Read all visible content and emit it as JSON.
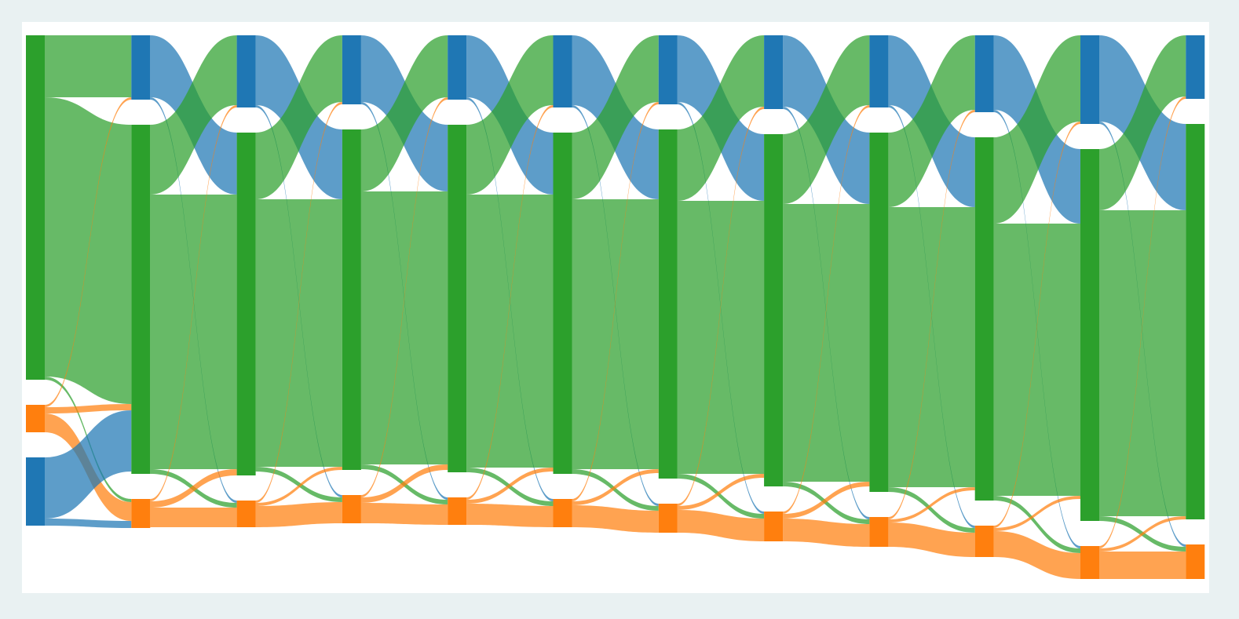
{
  "chart_data": {
    "type": "sankey",
    "title": "",
    "colors": {
      "blue": "#1f77b4",
      "green": "#2ca02c",
      "orange": "#ff7f0e"
    },
    "link_opacity": 0.72,
    "columns": [
      {
        "order": [
          "green",
          "orange",
          "blue"
        ]
      },
      {
        "order": [
          "blue",
          "green",
          "orange"
        ]
      },
      {
        "order": [
          "blue",
          "green",
          "orange"
        ]
      },
      {
        "order": [
          "blue",
          "green",
          "orange"
        ]
      },
      {
        "order": [
          "blue",
          "green",
          "orange"
        ]
      },
      {
        "order": [
          "blue",
          "green",
          "orange"
        ]
      },
      {
        "order": [
          "blue",
          "green",
          "orange"
        ]
      },
      {
        "order": [
          "blue",
          "green",
          "orange"
        ]
      },
      {
        "order": [
          "blue",
          "green",
          "orange"
        ]
      },
      {
        "order": [
          "blue",
          "green",
          "orange"
        ]
      },
      {
        "order": [
          "blue",
          "green",
          "orange"
        ]
      },
      {
        "order": [
          "blue",
          "green",
          "orange"
        ]
      }
    ],
    "transitions": [
      {
        "green": {
          "blue": 79,
          "green": 356,
          "orange": 4
        },
        "orange": {
          "blue": 3,
          "green": 8,
          "orange": 24
        },
        "blue": {
          "blue": 0,
          "green": 78,
          "orange": 9
        }
      },
      {
        "blue": {
          "blue": 0,
          "green": 79,
          "orange": 3
        },
        "green": {
          "blue": 89,
          "green": 350,
          "orange": 6
        },
        "orange": {
          "blue": 3,
          "green": 8,
          "orange": 25
        }
      },
      {
        "blue": {
          "blue": 0,
          "green": 89,
          "orange": 3
        },
        "green": {
          "blue": 85,
          "green": 341,
          "orange": 6
        },
        "orange": {
          "blue": 3,
          "green": 4,
          "orange": 27
        }
      },
      {
        "blue": {
          "blue": 0,
          "green": 85,
          "orange": 3
        },
        "green": {
          "blue": 79,
          "green": 348,
          "orange": 6
        },
        "orange": {
          "blue": 3,
          "green": 7,
          "orange": 26
        }
      },
      {
        "blue": {
          "blue": 0,
          "green": 79,
          "orange": 3
        },
        "green": {
          "blue": 89,
          "green": 348,
          "orange": 6
        },
        "orange": {
          "blue": 3,
          "green": 5,
          "orange": 27
        }
      },
      {
        "blue": {
          "blue": 0,
          "green": 89,
          "orange": 3
        },
        "green": {
          "blue": 85,
          "green": 344,
          "orange": 6
        },
        "orange": {
          "blue": 3,
          "green": 5,
          "orange": 28
        }
      },
      {
        "blue": {
          "blue": 0,
          "green": 85,
          "orange": 3
        },
        "green": {
          "blue": 91,
          "green": 348,
          "orange": 6
        },
        "orange": {
          "blue": 3,
          "green": 5,
          "orange": 29
        }
      },
      {
        "blue": {
          "blue": 0,
          "green": 91,
          "orange": 3
        },
        "green": {
          "blue": 89,
          "green": 354,
          "orange": 6
        },
        "orange": {
          "blue": 3,
          "green": 6,
          "orange": 29
        }
      },
      {
        "blue": {
          "blue": 0,
          "green": 89,
          "orange": 3
        },
        "green": {
          "blue": 95,
          "green": 357,
          "orange": 6
        },
        "orange": {
          "blue": 3,
          "green": 4,
          "orange": 31
        }
      },
      {
        "blue": {
          "blue": 0,
          "green": 95,
          "orange": 3
        },
        "green": {
          "blue": 110,
          "green": 347,
          "orange": 6
        },
        "orange": {
          "blue": 3,
          "green": 4,
          "orange": 33
        }
      },
      {
        "blue": {
          "blue": 0,
          "green": 110,
          "orange": 3
        },
        "green": {
          "blue": 78,
          "green": 390,
          "orange": 6
        },
        "orange": {
          "blue": 3,
          "green": 4,
          "orange": 35
        }
      }
    ]
  }
}
